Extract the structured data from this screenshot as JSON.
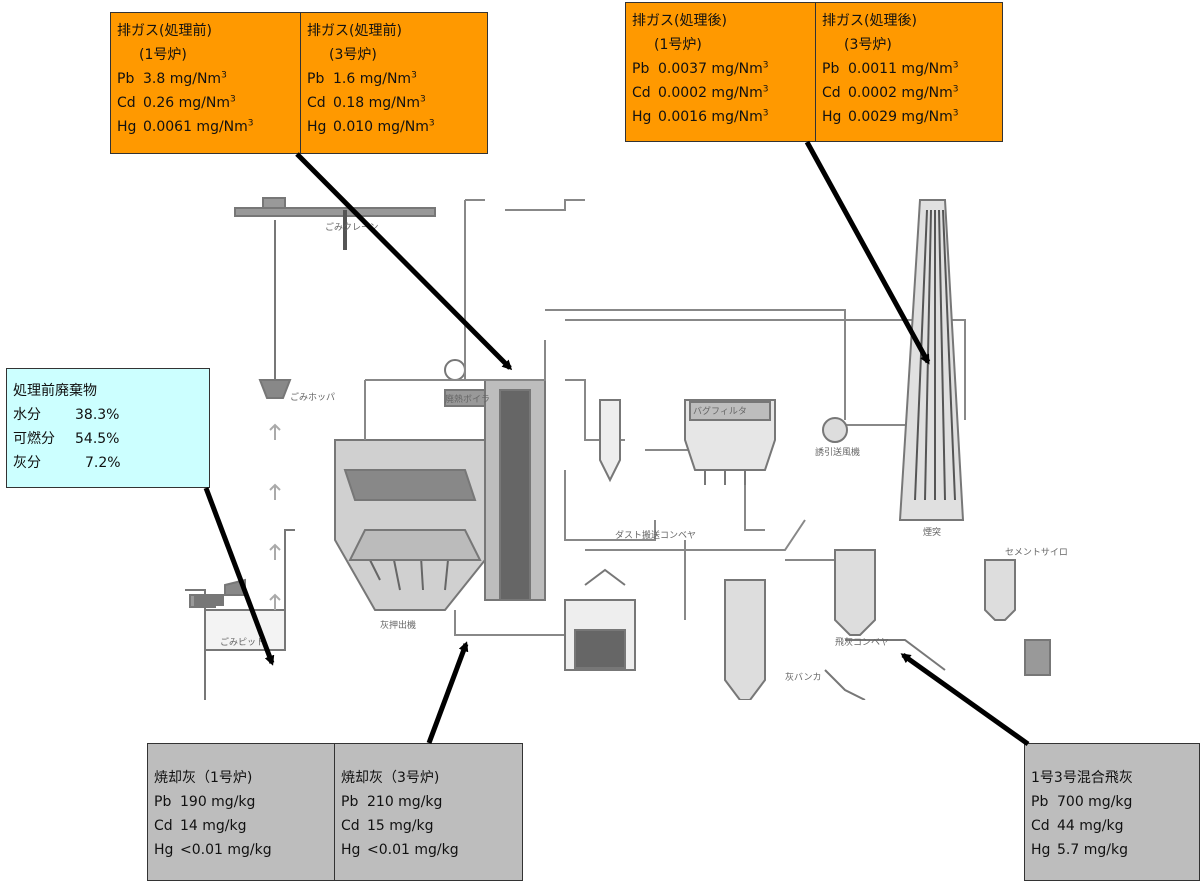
{
  "exhaust_before": [
    {
      "title": "排ガス(処理前)",
      "subtitle": "(1号炉)",
      "rows": [
        {
          "el": "Pb",
          "val": "3.8 mg/Nm",
          "sup": "3"
        },
        {
          "el": "Cd",
          "val": "0.26 mg/Nm",
          "sup": "3"
        },
        {
          "el": "Hg",
          "val": "0.0061 mg/Nm",
          "sup": "3"
        }
      ]
    },
    {
      "title": "排ガス(処理前)",
      "subtitle": "(3号炉)",
      "rows": [
        {
          "el": "Pb",
          "val": "1.6 mg/Nm",
          "sup": "3"
        },
        {
          "el": "Cd",
          "val": "0.18 mg/Nm",
          "sup": "3"
        },
        {
          "el": "Hg",
          "val": "0.010 mg/Nm",
          "sup": "3"
        }
      ]
    }
  ],
  "exhaust_after": [
    {
      "title": "排ガス(処理後)",
      "subtitle": "(1号炉)",
      "rows": [
        {
          "el": "Pb",
          "val": "0.0037 mg/Nm",
          "sup": "3"
        },
        {
          "el": "Cd",
          "val": "0.0002 mg/Nm",
          "sup": "3"
        },
        {
          "el": "Hg",
          "val": "0.0016 mg/Nm",
          "sup": "3"
        }
      ]
    },
    {
      "title": "排ガス(処理後)",
      "subtitle": "(3号炉)",
      "rows": [
        {
          "el": "Pb",
          "val": "0.0011 mg/Nm",
          "sup": "3"
        },
        {
          "el": "Cd",
          "val": "0.0002 mg/Nm",
          "sup": "3"
        },
        {
          "el": "Hg",
          "val": "0.0029 mg/Nm",
          "sup": "3"
        }
      ]
    }
  ],
  "waste": {
    "title": "処理前廃棄物",
    "rows": [
      {
        "label": "水分",
        "val": "38.3%"
      },
      {
        "label": "可燃分",
        "val": "54.5%"
      },
      {
        "label": "灰分",
        "val": "7.2%"
      }
    ]
  },
  "incineration_ash": [
    {
      "title": "焼却灰（1号炉)",
      "rows": [
        {
          "el": "Pb",
          "val": "190 mg/kg"
        },
        {
          "el": "Cd",
          "val": "14 mg/kg"
        },
        {
          "el": "Hg",
          "val": "<0.01 mg/kg"
        }
      ]
    },
    {
      "title": "焼却灰（3号炉)",
      "rows": [
        {
          "el": "Pb",
          "val": "210 mg/kg"
        },
        {
          "el": "Cd",
          "val": "15 mg/kg"
        },
        {
          "el": "Hg",
          "val": "<0.01 mg/kg"
        }
      ]
    }
  ],
  "fly_ash": {
    "title": "1号3号混合飛灰",
    "rows": [
      {
        "el": "Pb",
        "val": "700 mg/kg"
      },
      {
        "el": "Cd",
        "val": "44 mg/kg"
      },
      {
        "el": "Hg",
        "val": "5.7 mg/kg"
      }
    ]
  },
  "diagram_labels": {
    "refuse_crane": "ごみクレーン",
    "hopper": "ごみホッパ",
    "waste_pit": "ごみピット",
    "bag_filter": "バグフィルタ",
    "induced_fan": "誘引送風機",
    "stack": "煙突",
    "boiler": "廃熱ボイラ",
    "ash_conveyor": "灰押出機",
    "dust_conveyor": "ダスト搬送コンベヤ",
    "cement_silo": "セメントサイロ",
    "fly_ash_conveyor": "飛灰コンベヤ",
    "ash_bunker": "灰バンカ"
  }
}
